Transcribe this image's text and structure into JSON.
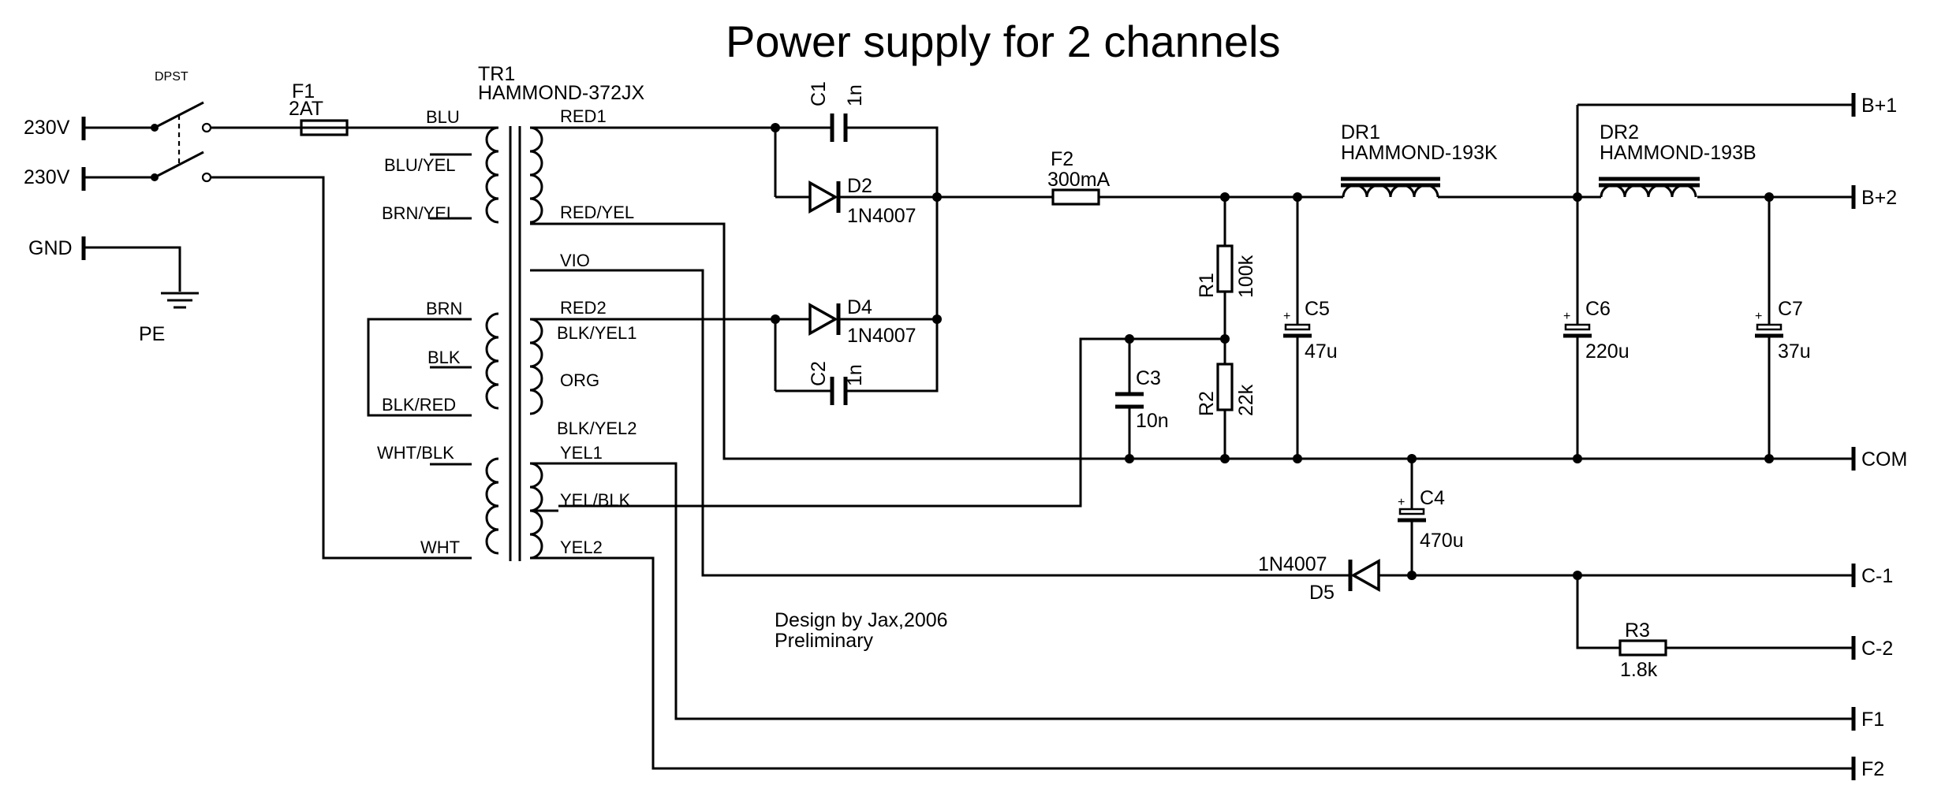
{
  "title": "Power supply for 2 channels",
  "credits": {
    "line1": "Design by Jax,2006",
    "line2": "Preliminary"
  },
  "inputs": {
    "mains1": "230V",
    "mains2": "230V",
    "gnd": "GND",
    "pe": "PE"
  },
  "switch": {
    "label": "DPST"
  },
  "fuses": {
    "f1": {
      "ref": "F1",
      "value": "2AT"
    },
    "f2": {
      "ref": "F2",
      "value": "300mA"
    }
  },
  "transformer": {
    "ref": "TR1",
    "model": "HAMMOND-372JX",
    "primary": [
      "BLU",
      "BLU/YEL",
      "BRN/YEL",
      "BRN",
      "BLK",
      "BLK/RED",
      "WHT/BLK",
      "WHT"
    ],
    "secondary": [
      "RED1",
      "RED/YEL",
      "VIO",
      "RED2",
      "BLK/YEL1",
      "ORG",
      "BLK/YEL2",
      "YEL1",
      "YEL/BLK",
      "YEL2"
    ]
  },
  "diodes": {
    "d2": {
      "ref": "D2",
      "value": "1N4007"
    },
    "d4": {
      "ref": "D4",
      "value": "1N4007"
    },
    "d5": {
      "ref": "D5",
      "value": "1N4007"
    }
  },
  "capacitors": {
    "c1": {
      "ref": "C1",
      "value": "1n"
    },
    "c2": {
      "ref": "C2",
      "value": "1n"
    },
    "c3": {
      "ref": "C3",
      "value": "10n"
    },
    "c4": {
      "ref": "C4",
      "value": "470u"
    },
    "c5": {
      "ref": "C5",
      "value": "47u"
    },
    "c6": {
      "ref": "C6",
      "value": "220u"
    },
    "c7": {
      "ref": "C7",
      "value": "37u"
    },
    "plus": "+"
  },
  "resistors": {
    "r1": {
      "ref": "R1",
      "value": "100k"
    },
    "r2": {
      "ref": "R2",
      "value": "22k"
    },
    "r3": {
      "ref": "R3",
      "value": "1.8k"
    }
  },
  "chokes": {
    "dr1": {
      "ref": "DR1",
      "model": "HAMMOND-193K"
    },
    "dr2": {
      "ref": "DR2",
      "model": "HAMMOND-193B"
    }
  },
  "outputs": {
    "bp1": "B+1",
    "bp2": "B+2",
    "com": "COM",
    "c1": "C-1",
    "c2": "C-2",
    "f1": "F1",
    "f2": "F2"
  }
}
